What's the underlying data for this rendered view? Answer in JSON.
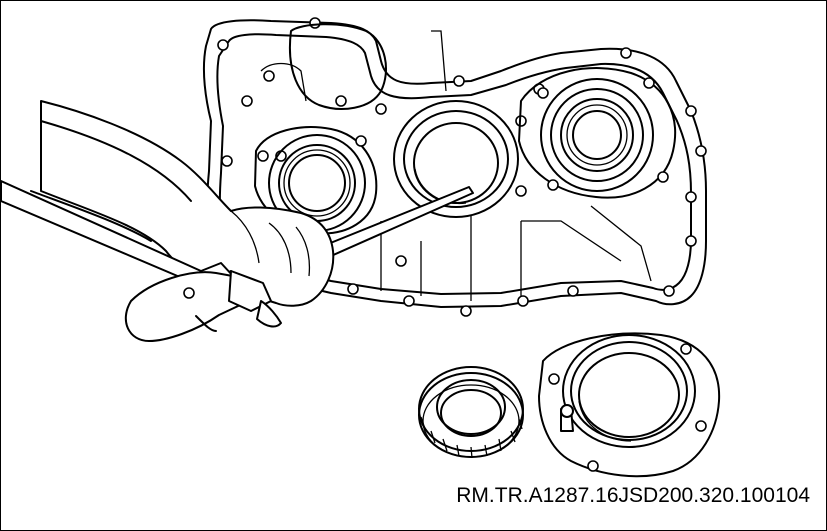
{
  "figure": {
    "reference_code": "RM.TR.A1287.16JSD200.320.100104"
  },
  "colors": {
    "line": "#000000",
    "background": "#ffffff"
  },
  "parts": [
    "transmission-case",
    "bearing-housing-left",
    "bearing-housing-right",
    "seal-bore",
    "drift-punch",
    "hammer",
    "hand",
    "tapered-roller-bearing",
    "bearing-retainer-flange"
  ]
}
